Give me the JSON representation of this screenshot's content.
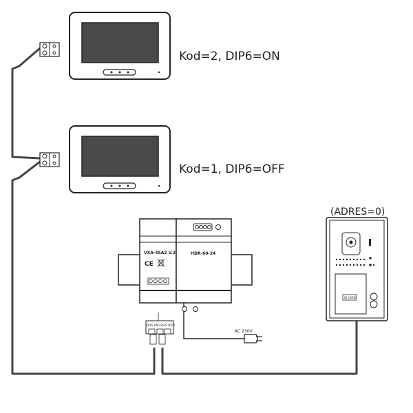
{
  "monitors": [
    {
      "label": "Kod=2, DIP6=ON"
    },
    {
      "label": "Kod=1, DIP6=OFF"
    }
  ],
  "door_station": {
    "address_label": "(ADRES=0)",
    "keypad_text": "ID CARD"
  },
  "bus_module": {
    "model": "VXA-45A2 V.2",
    "marks": "CE",
    "terminal_label": "BUS (IN) BUS (OD)"
  },
  "power_supply": {
    "model": "HDR-60-24",
    "ac_label": "AC 230V"
  },
  "colors": {
    "device_fill": "#ffffff",
    "outline": "#222222",
    "wire": "#444444",
    "screen": "#4a4a4a"
  }
}
